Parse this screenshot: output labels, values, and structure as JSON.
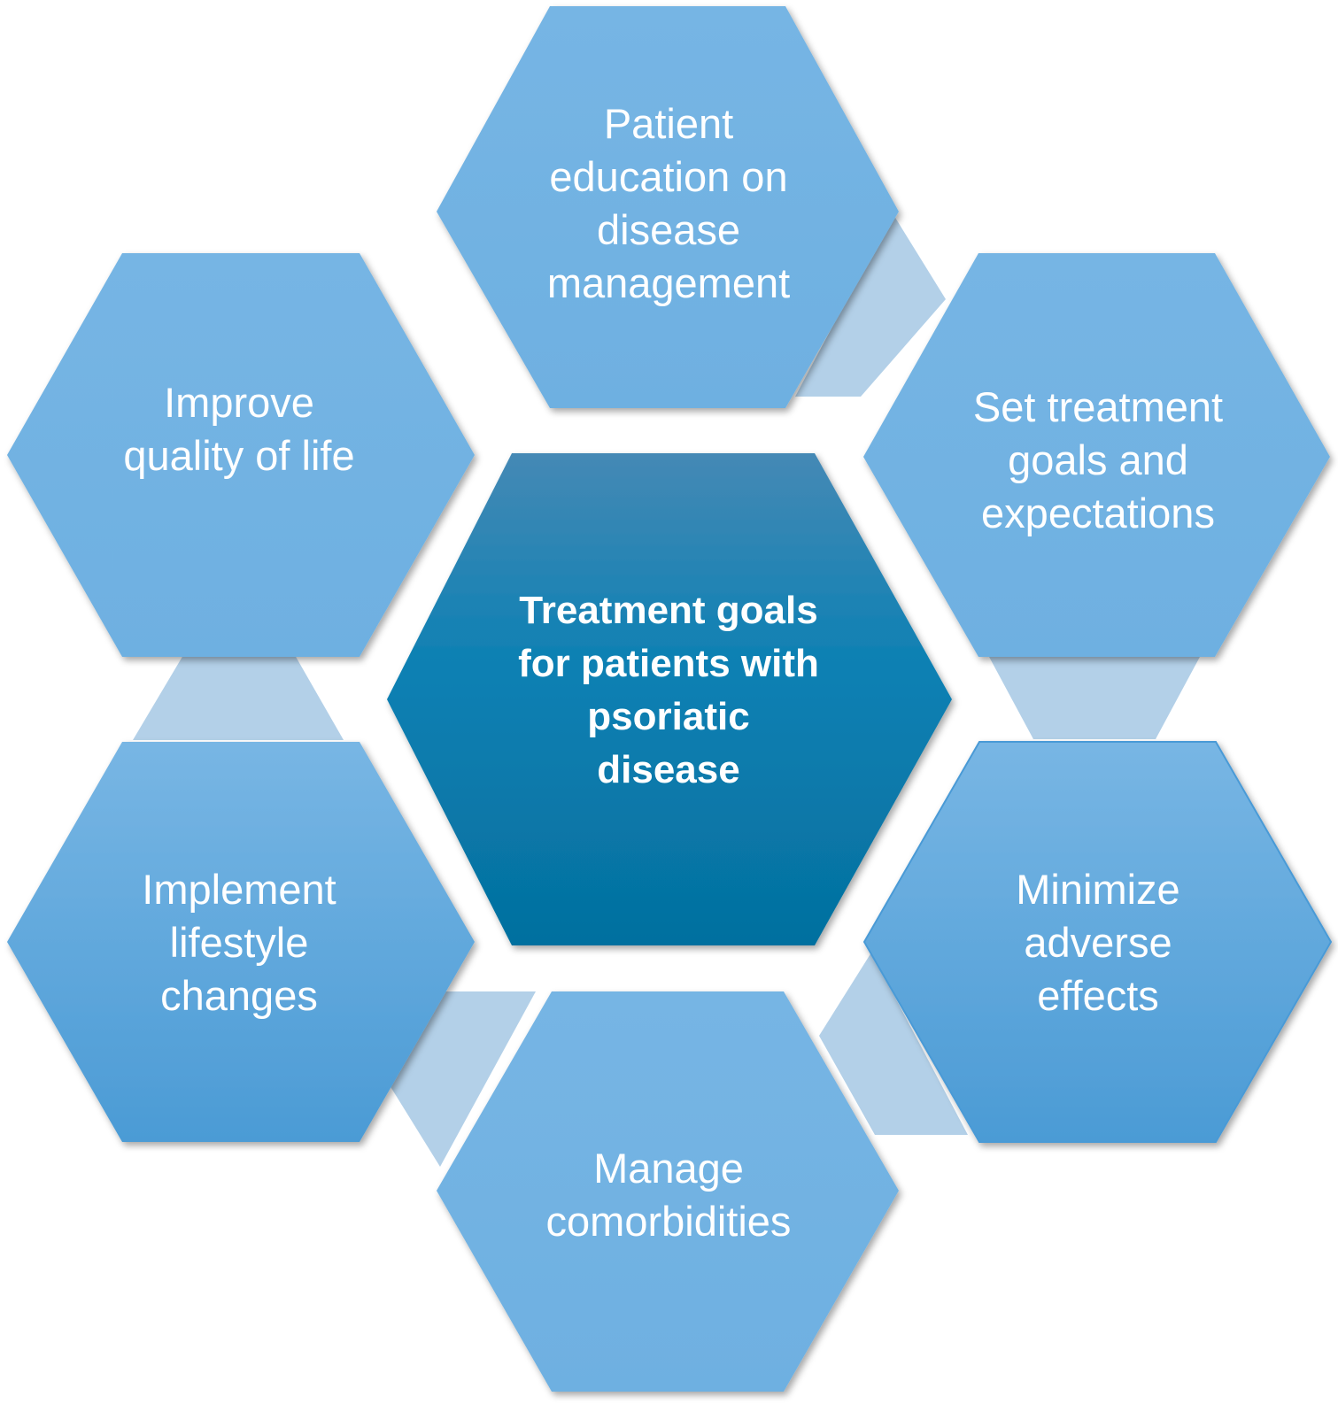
{
  "diagram": {
    "center": {
      "lines": [
        "Treatment goals",
        "for patients with",
        "psoriatic",
        "disease"
      ]
    },
    "nodes": {
      "top": {
        "lines": [
          "Patient",
          "education on",
          "disease",
          "management"
        ]
      },
      "upper_right": {
        "lines": [
          "Set treatment",
          "goals and",
          "expectations"
        ]
      },
      "lower_right": {
        "lines": [
          "Minimize",
          "adverse",
          "effects"
        ]
      },
      "bottom": {
        "lines": [
          "Manage",
          "comorbidities"
        ]
      },
      "lower_left": {
        "lines": [
          "Implement",
          "lifestyle",
          "changes"
        ]
      },
      "upper_left": {
        "lines": [
          "Improve",
          "quality of life"
        ]
      }
    },
    "colors": {
      "outer_hex": "#74b3e2",
      "outer_hex_gradient_bottom": "#4d9cd5",
      "connector": "#b3d0e8",
      "center_top": "#3f88b4",
      "center_bottom": "#0672a3",
      "text": "#ffffff"
    }
  }
}
